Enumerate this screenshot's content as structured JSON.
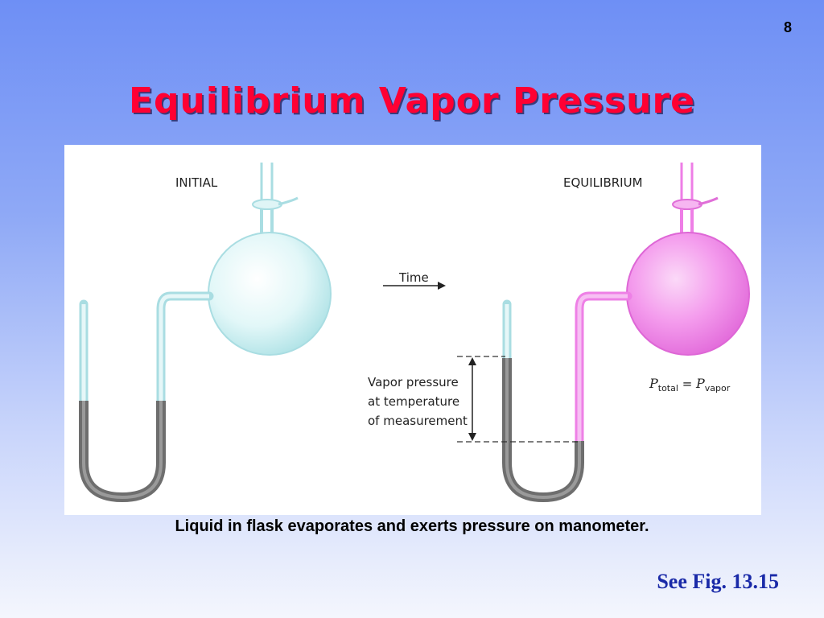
{
  "slide": {
    "number": "8",
    "title": "Equilibrium Vapor Pressure",
    "caption": "Liquid in flask evaporates and exerts pressure on manometer.",
    "figure_ref": "See Fig. 13.15"
  },
  "diagram": {
    "initial_label": "INITIAL",
    "equilibrium_label": "EQUILIBRIUM",
    "arrow_label": "Time",
    "vapor_pressure_lines": [
      "Vapor pressure",
      "at temperature",
      "of measurement"
    ],
    "equation": {
      "p1": "P",
      "sub1": "total",
      "equals": " = ",
      "p2": "P",
      "sub2": "vapor"
    },
    "colors": {
      "initial_flask": "#c9eef0",
      "equilibrium_flask": "#f07ee8",
      "mercury": "#777777",
      "title": "#ff0033",
      "figure_ref": "#1a2aa8"
    }
  }
}
